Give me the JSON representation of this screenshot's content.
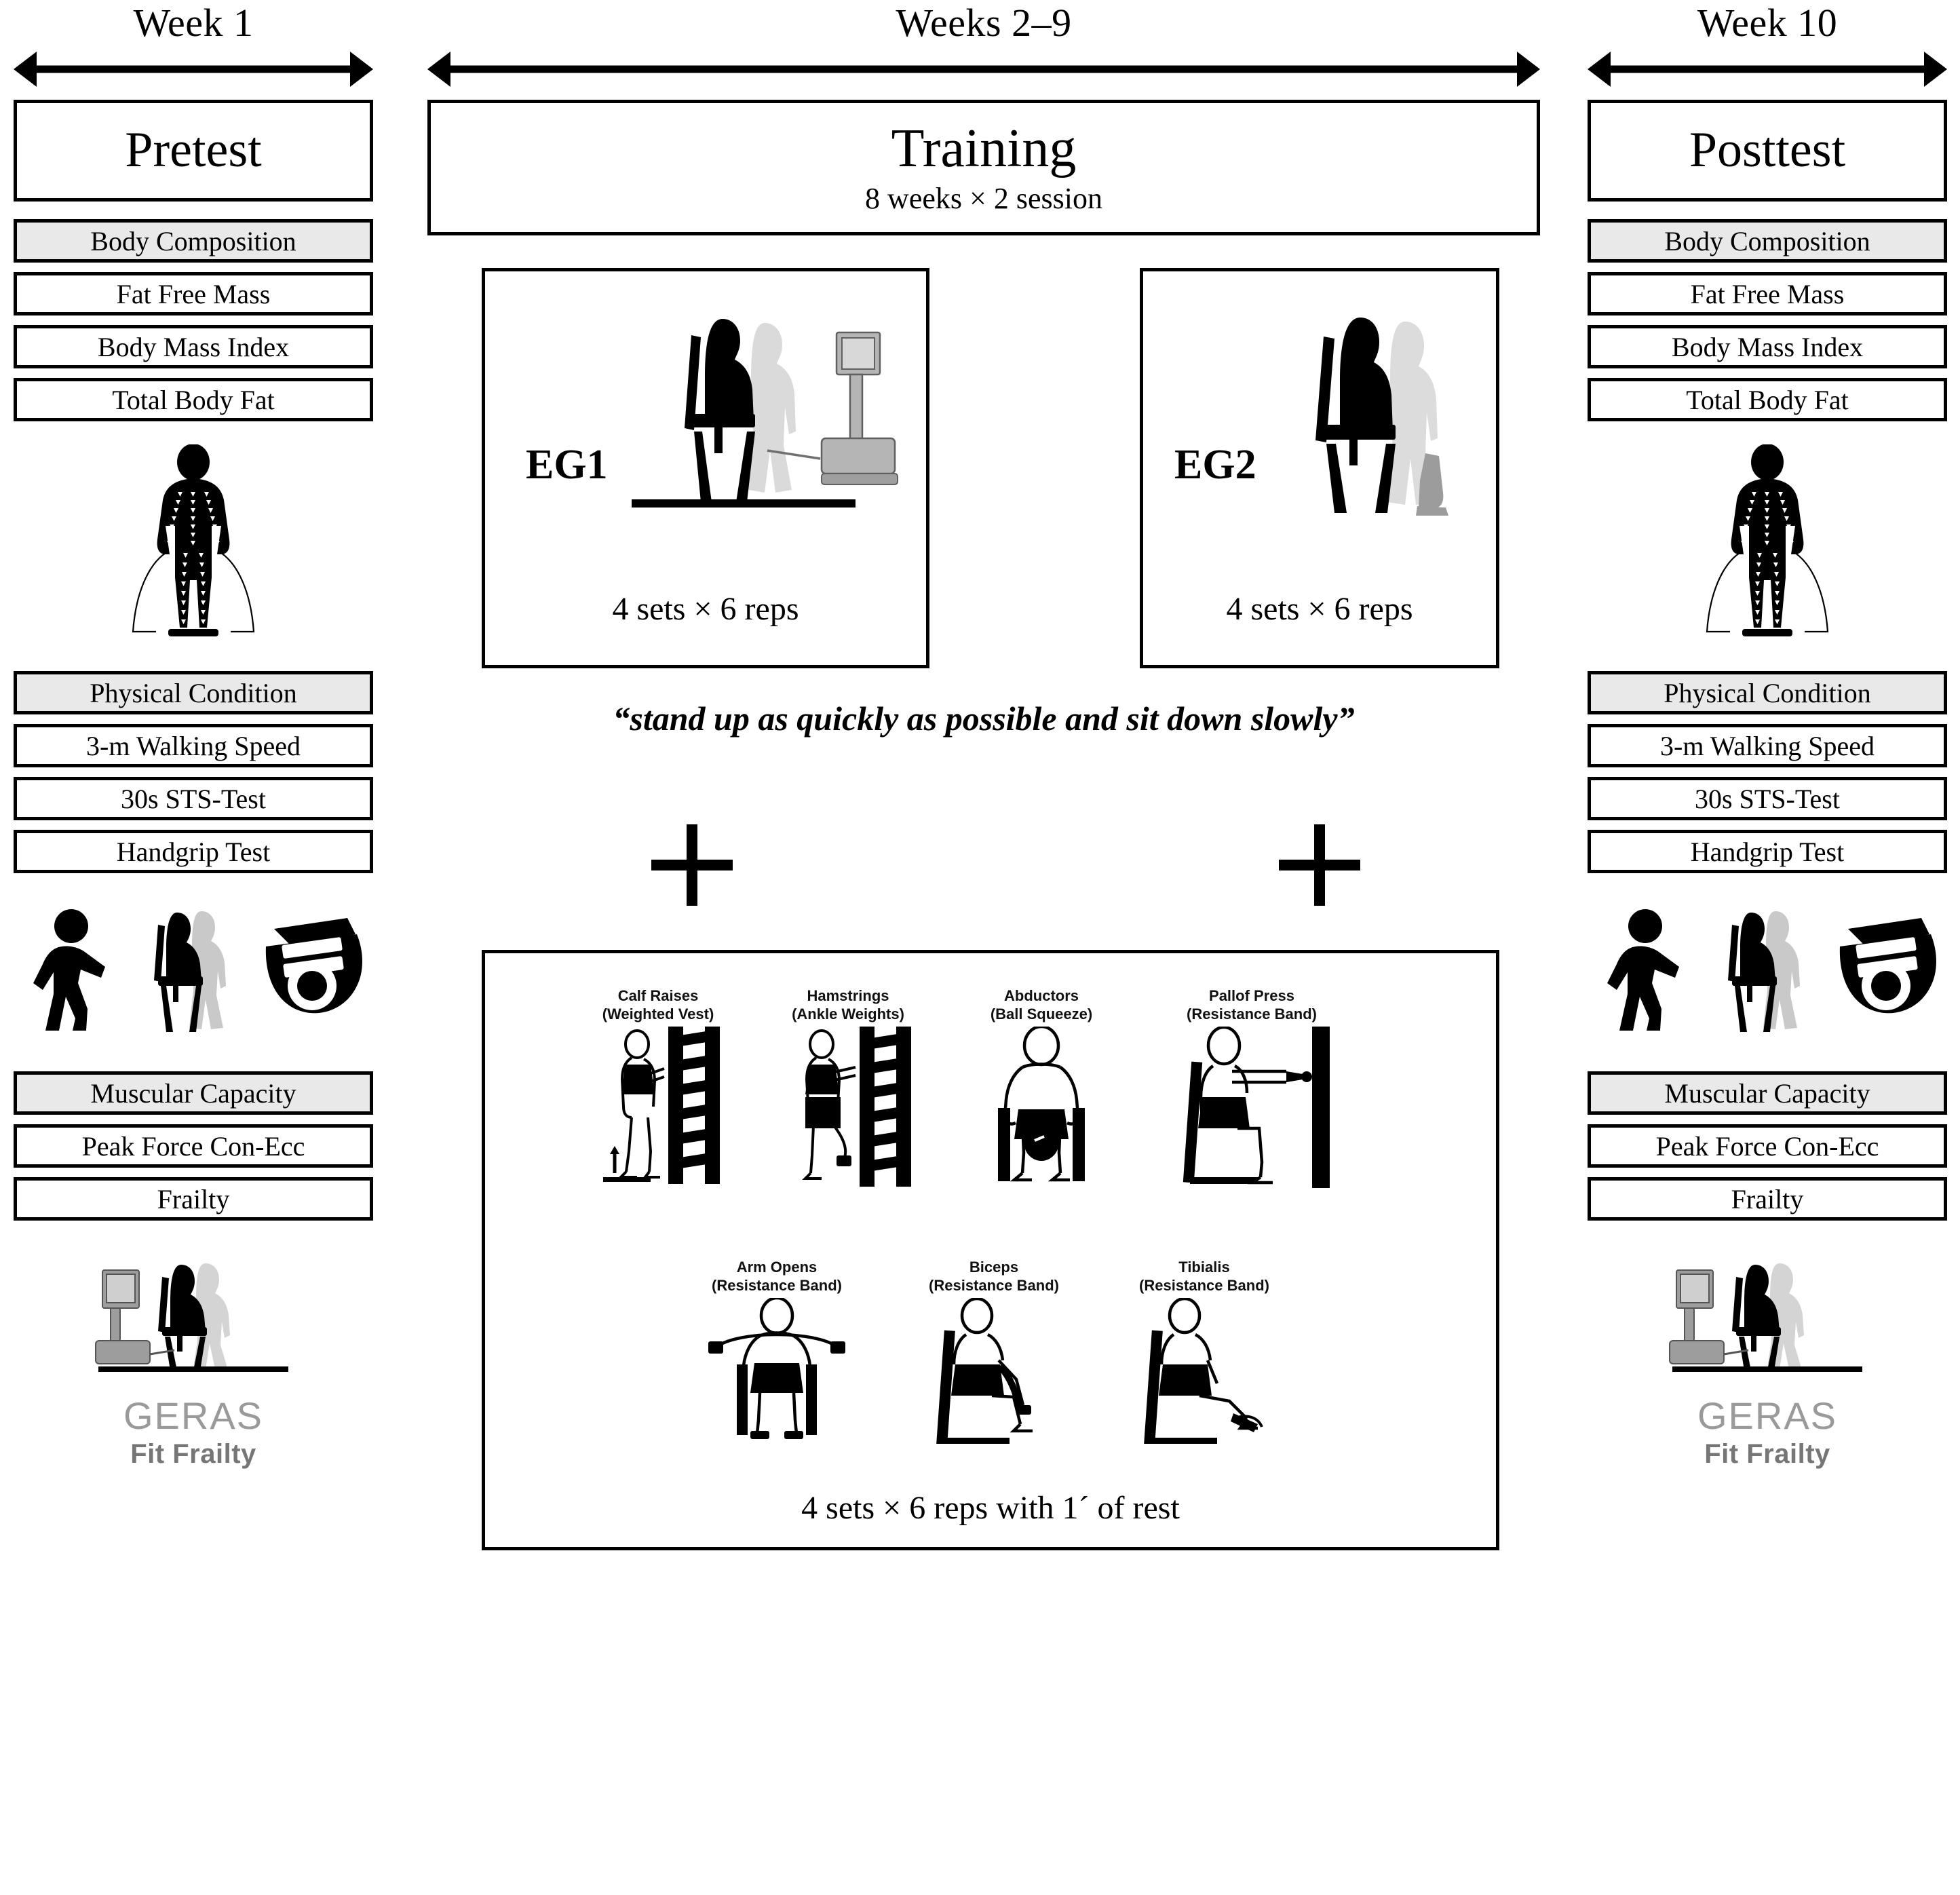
{
  "left_column": {
    "phase_label": "Week 1",
    "title": "Pretest",
    "groups": [
      {
        "category": "Body Composition",
        "items": [
          "Fat Free Mass",
          "Body Mass Index",
          "Total Body Fat"
        ],
        "icon": "bioimpedance-body-figure-icon"
      },
      {
        "category": "Physical Condition",
        "items": [
          "3-m Walking Speed",
          "30s STS-Test",
          "Handgrip Test"
        ],
        "icon": "walking-sit-to-stand-handgrip-icons"
      },
      {
        "category": "Muscular Capacity",
        "items": [
          "Peak Force Con-Ecc",
          "Frailty"
        ],
        "icon": "chair-dynamometer-icon"
      }
    ],
    "logo": {
      "name": "GERAS",
      "tagline": "Fit Frailty"
    }
  },
  "center_column": {
    "phase_label": "Weeks 2–9",
    "title": "Training",
    "subtitle": "8 weeks × 2 session",
    "groups": [
      {
        "tag": "EG1",
        "reps": "4 sets × 6 reps",
        "icon": "sit-to-stand-with-dynamometer-icon"
      },
      {
        "tag": "EG2",
        "reps": "4 sets × 6 reps",
        "icon": "sit-to-stand-bodyweight-icon"
      }
    ],
    "quote": "“stand up as quickly as possible and sit down slowly”",
    "plus_symbol": "+",
    "complementary": {
      "exercises_row1": [
        {
          "name": "Calf Raises",
          "equipment": "(Weighted Vest)",
          "icon": "calf-raise-wallbar-icon"
        },
        {
          "name": "Hamstrings",
          "equipment": "(Ankle Weights)",
          "icon": "hamstring-curl-wallbar-icon"
        },
        {
          "name": "Abductors",
          "equipment": "(Ball Squeeze)",
          "icon": "seated-ball-squeeze-icon"
        },
        {
          "name": "Pallof Press",
          "equipment": "(Resistance Band)",
          "icon": "seated-pallof-press-icon"
        }
      ],
      "exercises_row2": [
        {
          "name": "Arm Opens",
          "equipment": "(Resistance Band)",
          "icon": "seated-arm-open-band-icon"
        },
        {
          "name": "Biceps",
          "equipment": "(Resistance Band)",
          "icon": "seated-biceps-curl-band-icon"
        },
        {
          "name": "Tibialis",
          "equipment": "(Resistance Band)",
          "icon": "seated-tibialis-band-icon"
        }
      ],
      "caption": "4 sets × 6 reps with 1´ of rest"
    }
  },
  "right_column": {
    "phase_label": "Week 10",
    "title": "Posttest",
    "groups": [
      {
        "category": "Body Composition",
        "items": [
          "Fat Free Mass",
          "Body Mass Index",
          "Total Body Fat"
        ],
        "icon": "bioimpedance-body-figure-icon"
      },
      {
        "category": "Physical Condition",
        "items": [
          "3-m Walking Speed",
          "30s STS-Test",
          "Handgrip Test"
        ],
        "icon": "walking-sit-to-stand-handgrip-icons"
      },
      {
        "category": "Muscular Capacity",
        "items": [
          "Peak Force Con-Ecc",
          "Frailty"
        ],
        "icon": "chair-dynamometer-icon"
      }
    ],
    "logo": {
      "name": "GERAS",
      "tagline": "Fit Frailty"
    }
  },
  "colors": {
    "ink": "#000000",
    "category_fill": "#e9e9e9",
    "ghost": "#d9d9d9",
    "mid_gray": "#9a9a9a"
  }
}
